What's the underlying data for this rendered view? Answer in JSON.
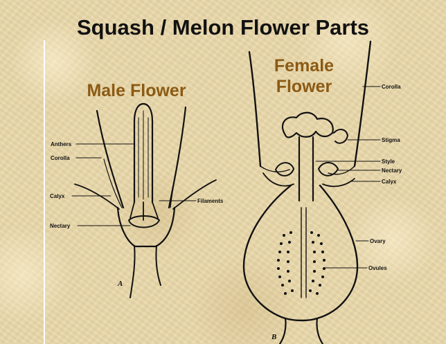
{
  "title": "Squash / Melon Flower Parts",
  "male": {
    "heading": "Male Flower",
    "figure_letter": "A",
    "labels": {
      "anthers": "Anthers",
      "corolla": "Corolla",
      "calyx": "Calyx",
      "nectary": "Nectary",
      "filaments": "Filaments"
    }
  },
  "female": {
    "heading_line1": "Female",
    "heading_line2": "Flower",
    "figure_letter": "B",
    "labels": {
      "corolla": "Corolla",
      "stigma": "Stigma",
      "style": "Style",
      "nectary": "Nectary",
      "calyx": "Calyx",
      "ovary": "Ovary",
      "ovules": "Ovules"
    }
  },
  "colors": {
    "heading": "#8b5a14",
    "title": "#111111",
    "background": "#e9d7a8"
  }
}
